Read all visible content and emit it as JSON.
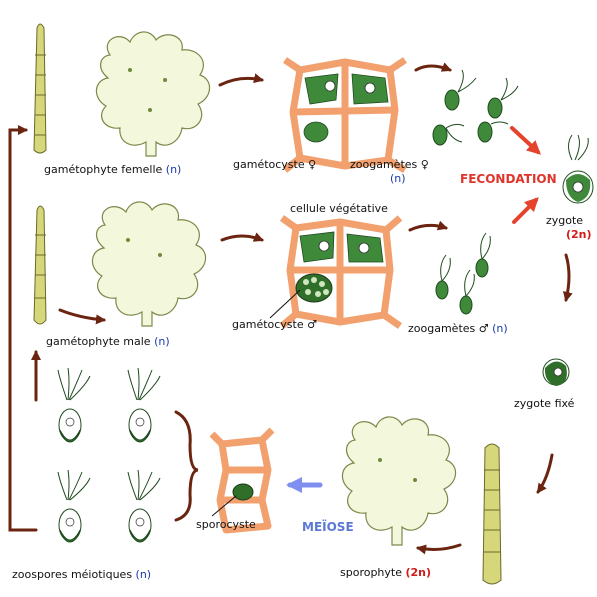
{
  "colors": {
    "thallus_fill": "#f3f7dc",
    "thallus_stroke": "#7a8a4a",
    "filament_fill": "#d6d67a",
    "cell_wall": "#f2a06e",
    "chloroplast": "#3f8a3a",
    "arrow_brown": "#6b2410",
    "arrow_red": "#e5432c",
    "arrow_blue": "#7f8ff0",
    "ploidy_n": "#1a3aa8",
    "ploidy_2n": "#d21a1a"
  },
  "labels": {
    "gametophyte_female": "gamétophyte femelle",
    "gametophyte_male": "gamétophyte male",
    "gametocyste_top": "gamétocyste",
    "zoogametes_top": "zoogamètes",
    "cellule_vegetative": "cellule végétative",
    "gametocyste_bottom": "gamétocyste",
    "zoogametes_bottom": "zoogamètes",
    "fecondation": "FECONDATION",
    "zygote": "zygote",
    "zygote_fixe": "zygote fixé",
    "sporophyte": "sporophyte",
    "sporocyste": "sporocyste",
    "meiose": "MEÏOSE",
    "zoospores_meiotiques": "zoospores méiotiques"
  },
  "ploidy": {
    "n": "(n)",
    "two_n": "(2n)"
  },
  "symbols": {
    "female": "♀",
    "male": "♂"
  }
}
